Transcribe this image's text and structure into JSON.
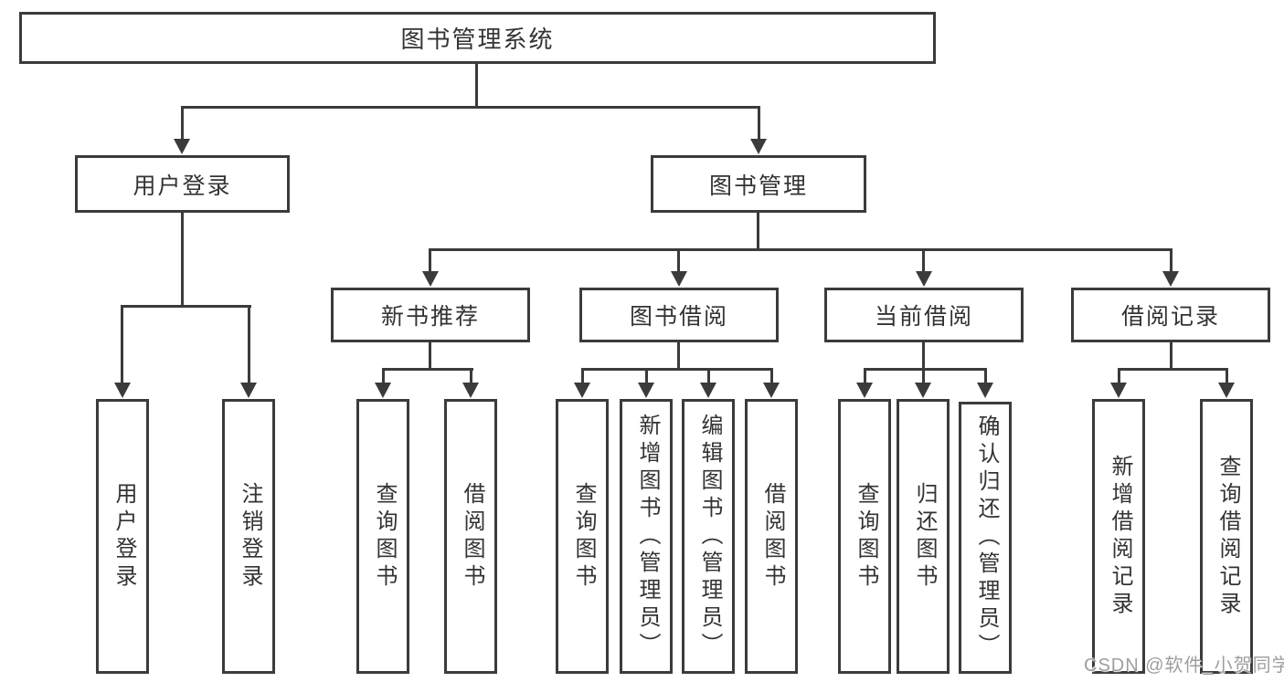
{
  "colors": {
    "line": "#3b3b3b",
    "text": "#333333",
    "watermark_gray": "#9e9e9e",
    "background": "#ffffff"
  },
  "watermark": {
    "text": "CSDN @软件_小贺同学"
  },
  "tree": {
    "root": {
      "label": "图书管理系统",
      "children": [
        {
          "label": "用户登录",
          "children": [
            {
              "label": "用户登录"
            },
            {
              "label": "注销登录"
            }
          ]
        },
        {
          "label": "图书管理",
          "children": [
            {
              "label": "新书推荐",
              "children": [
                {
                  "label": "查询图书"
                },
                {
                  "label": "借阅图书"
                }
              ]
            },
            {
              "label": "图书借阅",
              "children": [
                {
                  "label": "查询图书"
                },
                {
                  "label": "新增图书（管理员）"
                },
                {
                  "label": "编辑图书（管理员）"
                },
                {
                  "label": "借阅图书"
                }
              ]
            },
            {
              "label": "当前借阅",
              "children": [
                {
                  "label": "查询图书"
                },
                {
                  "label": "归还图书"
                },
                {
                  "label": "确认归还（管理员）"
                }
              ]
            },
            {
              "label": "借阅记录",
              "children": [
                {
                  "label": "新增借阅记录"
                },
                {
                  "label": "查询借阅记录"
                }
              ]
            }
          ]
        }
      ]
    }
  }
}
